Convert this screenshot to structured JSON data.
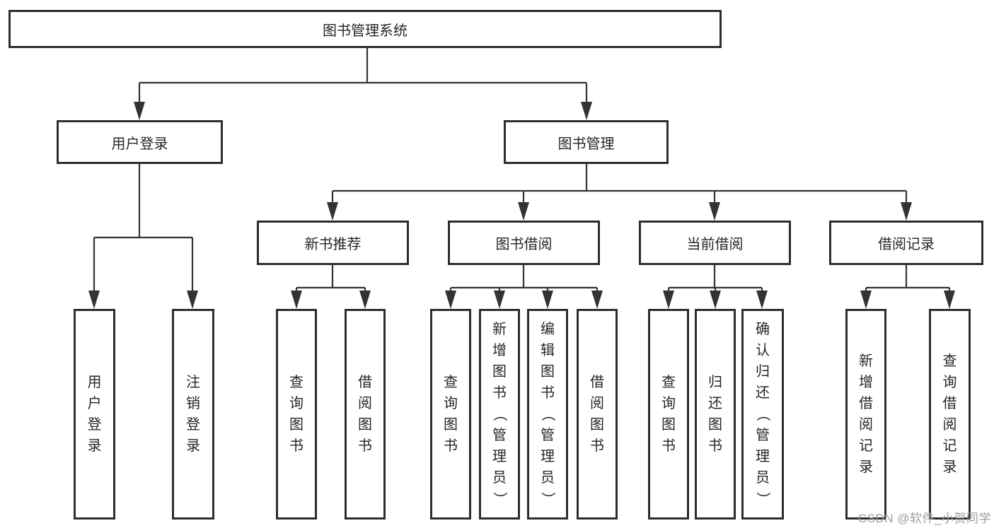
{
  "diagram": {
    "root": {
      "label": "图书管理系统"
    },
    "level2": [
      {
        "label": "用户登录"
      },
      {
        "label": "图书管理"
      }
    ],
    "level3": [
      {
        "label": "新书推荐"
      },
      {
        "label": "图书借阅"
      },
      {
        "label": "当前借阅"
      },
      {
        "label": "借阅记录"
      }
    ],
    "leaves": {
      "user_login": [
        "用户登录",
        "注销登录"
      ],
      "new_book_recommend": [
        "查询图书",
        "借阅图书"
      ],
      "book_borrow": [
        "查询图书",
        "新增图书（管理员）",
        "编辑图书（管理员）",
        "借阅图书"
      ],
      "current_borrow": [
        "查询图书",
        "归还图书",
        "确认归还（管理员）"
      ],
      "borrow_records": [
        "新增借阅记录",
        "查询借阅记录"
      ]
    }
  },
  "watermark": {
    "text": "CSDN @软件_小贺同学",
    "color": "#9b9ca3"
  },
  "colors": {
    "line": "#333333",
    "box_border": "#2d2d2d",
    "text": "#262626",
    "background": "#ffffff"
  }
}
